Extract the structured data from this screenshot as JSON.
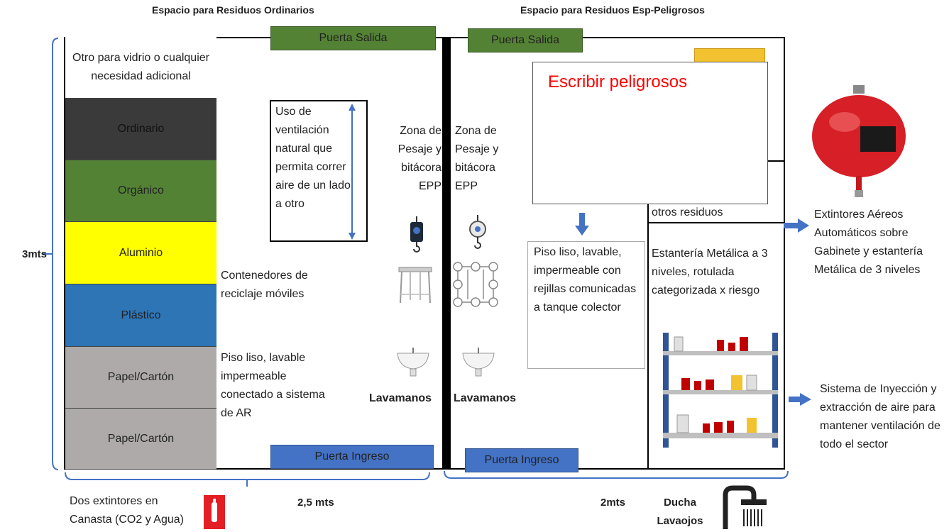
{
  "titles": {
    "left": "Espacio para Residuos Ordinarios",
    "right": "Espacio para Residuos Esp-Peligrosos"
  },
  "doors": {
    "exit_left": "Puerta Salida",
    "exit_right": "Puerta Salida",
    "entry_left": "Puerta Ingreso",
    "entry_right": "Puerta Ingreso"
  },
  "bins": [
    {
      "label": "Otro para vidrio o cualquier necesidad adicional",
      "color": "#ffffff"
    },
    {
      "label": "Ordinario",
      "color": "#3a3a3a"
    },
    {
      "label": "Orgánico",
      "color": "#548235"
    },
    {
      "label": "Aluminio",
      "color": "#ffff00"
    },
    {
      "label": "Plástico",
      "color": "#2e75b6"
    },
    {
      "label": "Papel/Cartón",
      "color": "#aeaaaa"
    },
    {
      "label": "Papel/Cartón",
      "color": "#aeaaaa"
    }
  ],
  "left_room": {
    "ventilation": "Uso de ventilación natural que permita correr aire de un lado a otro",
    "containers": "Contenedores de reciclaje móviles",
    "floor": "Piso liso, lavable impermeable conectado a sistema de AR",
    "weigh_zone": "Zona de Pesaje y bitácora EPP",
    "sink": "Lavamanos"
  },
  "right_room": {
    "weigh_zone": "Zona de Pesaje y bitácora EPP",
    "sink": "Lavamanos",
    "hazard_note": "Escribir peligrosos",
    "other_waste": "otros residuos",
    "floor": "Piso liso, lavable, impermeable con rejillas comunicadas a tanque colector",
    "shelf": "Estantería Metálica a 3 niveles, rotulada categorizada x riesgo"
  },
  "side_notes": {
    "extinguishers": "Extintores Aéreos Automáticos sobre Gabinete y estantería Metálica de 3 niveles",
    "air_system": "Sistema de Inyección y extracción de aire para mantener ventilación de todo el sector"
  },
  "dimensions": {
    "height": "3mts",
    "left_width": "2,5 mts",
    "right_width": "2mts"
  },
  "footer": {
    "extinguishers_basket": "Dos extintores en Canasta (CO2 y Agua)",
    "eyewash": "Ducha Lavaojos"
  },
  "colors": {
    "door": "#548235",
    "door_entry": "#4472c4",
    "bracket": "#4472c4",
    "hazard_text": "#ff0000"
  }
}
